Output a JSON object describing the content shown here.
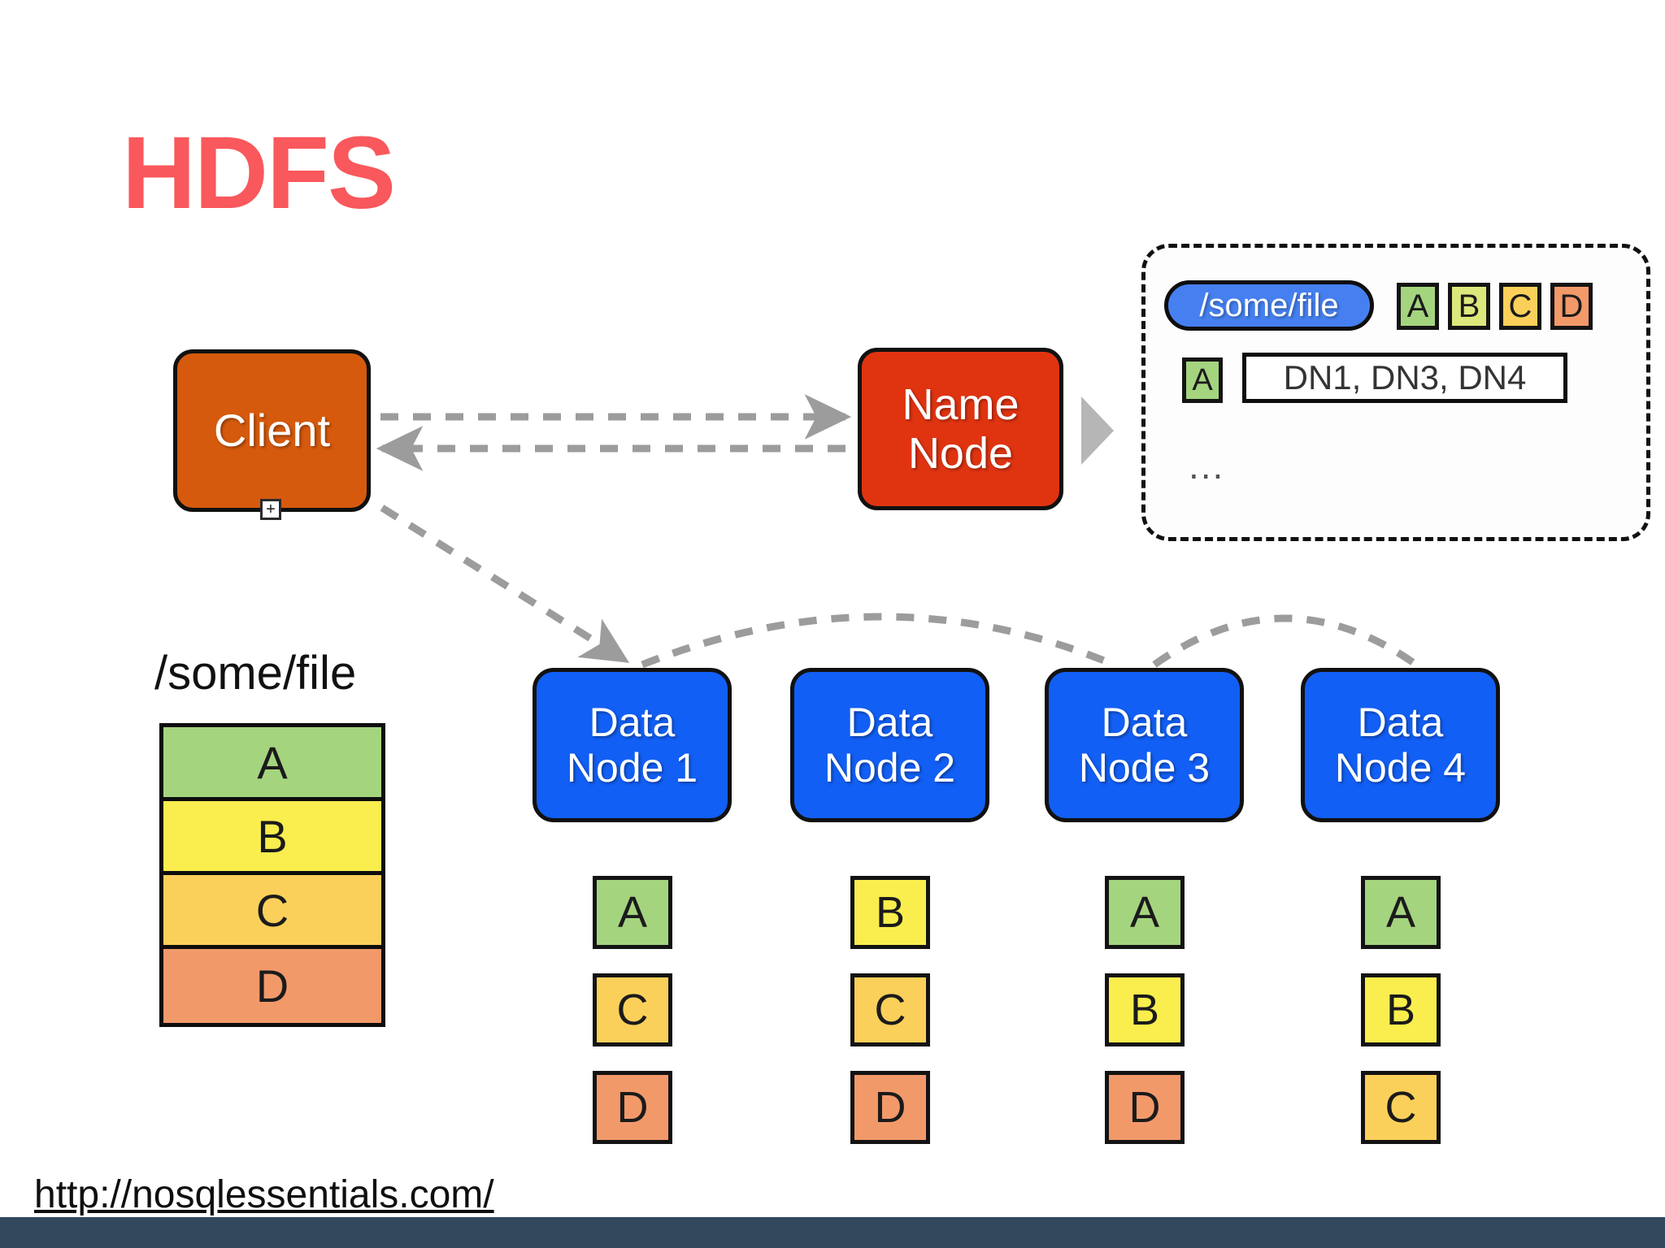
{
  "title": "HDFS",
  "colors": {
    "title": "#F9585C",
    "client": "#D65A0D",
    "namenode": "#E03411",
    "datanode": "#125FF5",
    "file_pill": "#4680F0",
    "footer": "#32485C",
    "block_a": "#A5D47F",
    "block_b": "#FAEE4E",
    "block_c": "#FBD05A",
    "block_d": "#F2996A",
    "meta_block_b": "#DCE87B",
    "arrow": "#9C9C9C"
  },
  "nodes": {
    "client": "Client",
    "namenode_line1": "Name",
    "namenode_line2": "Node",
    "client_handle": "+"
  },
  "datanodes": [
    {
      "line1": "Data",
      "line2": "Node 1"
    },
    {
      "line1": "Data",
      "line2": "Node 2"
    },
    {
      "line1": "Data",
      "line2": "Node 3"
    },
    {
      "line1": "Data",
      "line2": "Node 4"
    }
  ],
  "metadata": {
    "file_path": "/some/file",
    "blocks": [
      {
        "label": "A",
        "color": "#A5D47F"
      },
      {
        "label": "B",
        "color": "#DCE87B"
      },
      {
        "label": "C",
        "color": "#FBD05A"
      },
      {
        "label": "D",
        "color": "#F2996A"
      }
    ],
    "mapping_key": "A",
    "mapping_key_color": "#A5D47F",
    "mapping_value": "DN1, DN3, DN4",
    "ellipsis": "..."
  },
  "file": {
    "label": "/some/file",
    "segments": [
      {
        "label": "A",
        "color": "#A5D47F"
      },
      {
        "label": "B",
        "color": "#FAEE4E"
      },
      {
        "label": "C",
        "color": "#FBD05A"
      },
      {
        "label": "D",
        "color": "#F2996A"
      }
    ]
  },
  "replicas": [
    {
      "node": "Data Node 1",
      "blocks": [
        {
          "label": "A",
          "color": "#A5D47F"
        },
        {
          "label": "C",
          "color": "#FBD05A"
        },
        {
          "label": "D",
          "color": "#F2996A"
        }
      ]
    },
    {
      "node": "Data Node 2",
      "blocks": [
        {
          "label": "B",
          "color": "#FAEE4E"
        },
        {
          "label": "C",
          "color": "#FBD05A"
        },
        {
          "label": "D",
          "color": "#F2996A"
        }
      ]
    },
    {
      "node": "Data Node 3",
      "blocks": [
        {
          "label": "A",
          "color": "#A5D47F"
        },
        {
          "label": "B",
          "color": "#FAEE4E"
        },
        {
          "label": "D",
          "color": "#F2996A"
        }
      ]
    },
    {
      "node": "Data Node 4",
      "blocks": [
        {
          "label": "A",
          "color": "#A5D47F"
        },
        {
          "label": "B",
          "color": "#FAEE4E"
        },
        {
          "label": "C",
          "color": "#FBD05A"
        }
      ]
    }
  ],
  "source_url": "http://nosqlessentials.com/"
}
